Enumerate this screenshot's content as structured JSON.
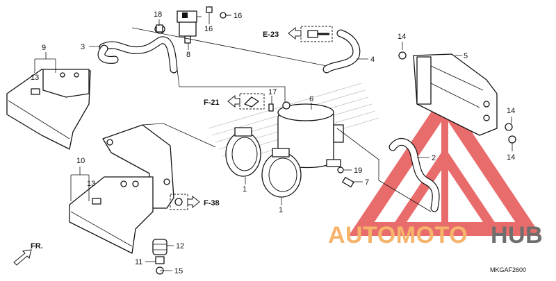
{
  "diagram_code": "MKGAF2600",
  "references": {
    "e23": "E-23",
    "f21": "F-21",
    "f38": "F-38"
  },
  "front_marker": "FR.",
  "watermark": {
    "word_left": "AUTOMOTO",
    "word_right": "HUB",
    "color_left": "#f5b46a",
    "color_right": "#6e6e6e",
    "triangle_color": "#e23b3b"
  },
  "callouts": [
    {
      "id": "1a",
      "label": "1"
    },
    {
      "id": "1b",
      "label": "1"
    },
    {
      "id": "2",
      "label": "2"
    },
    {
      "id": "3",
      "label": "3"
    },
    {
      "id": "4",
      "label": "4"
    },
    {
      "id": "5",
      "label": "5"
    },
    {
      "id": "6",
      "label": "6"
    },
    {
      "id": "7",
      "label": "7"
    },
    {
      "id": "8",
      "label": "8"
    },
    {
      "id": "9",
      "label": "9"
    },
    {
      "id": "10",
      "label": "10"
    },
    {
      "id": "11",
      "label": "11"
    },
    {
      "id": "12",
      "label": "12"
    },
    {
      "id": "13a",
      "label": "13"
    },
    {
      "id": "13b",
      "label": "13"
    },
    {
      "id": "14a",
      "label": "14"
    },
    {
      "id": "14b",
      "label": "14"
    },
    {
      "id": "14c",
      "label": "14"
    },
    {
      "id": "15",
      "label": "15"
    },
    {
      "id": "16a",
      "label": "16"
    },
    {
      "id": "16b",
      "label": "16"
    },
    {
      "id": "17",
      "label": "17"
    },
    {
      "id": "18",
      "label": "18"
    },
    {
      "id": "19",
      "label": "19"
    }
  ]
}
